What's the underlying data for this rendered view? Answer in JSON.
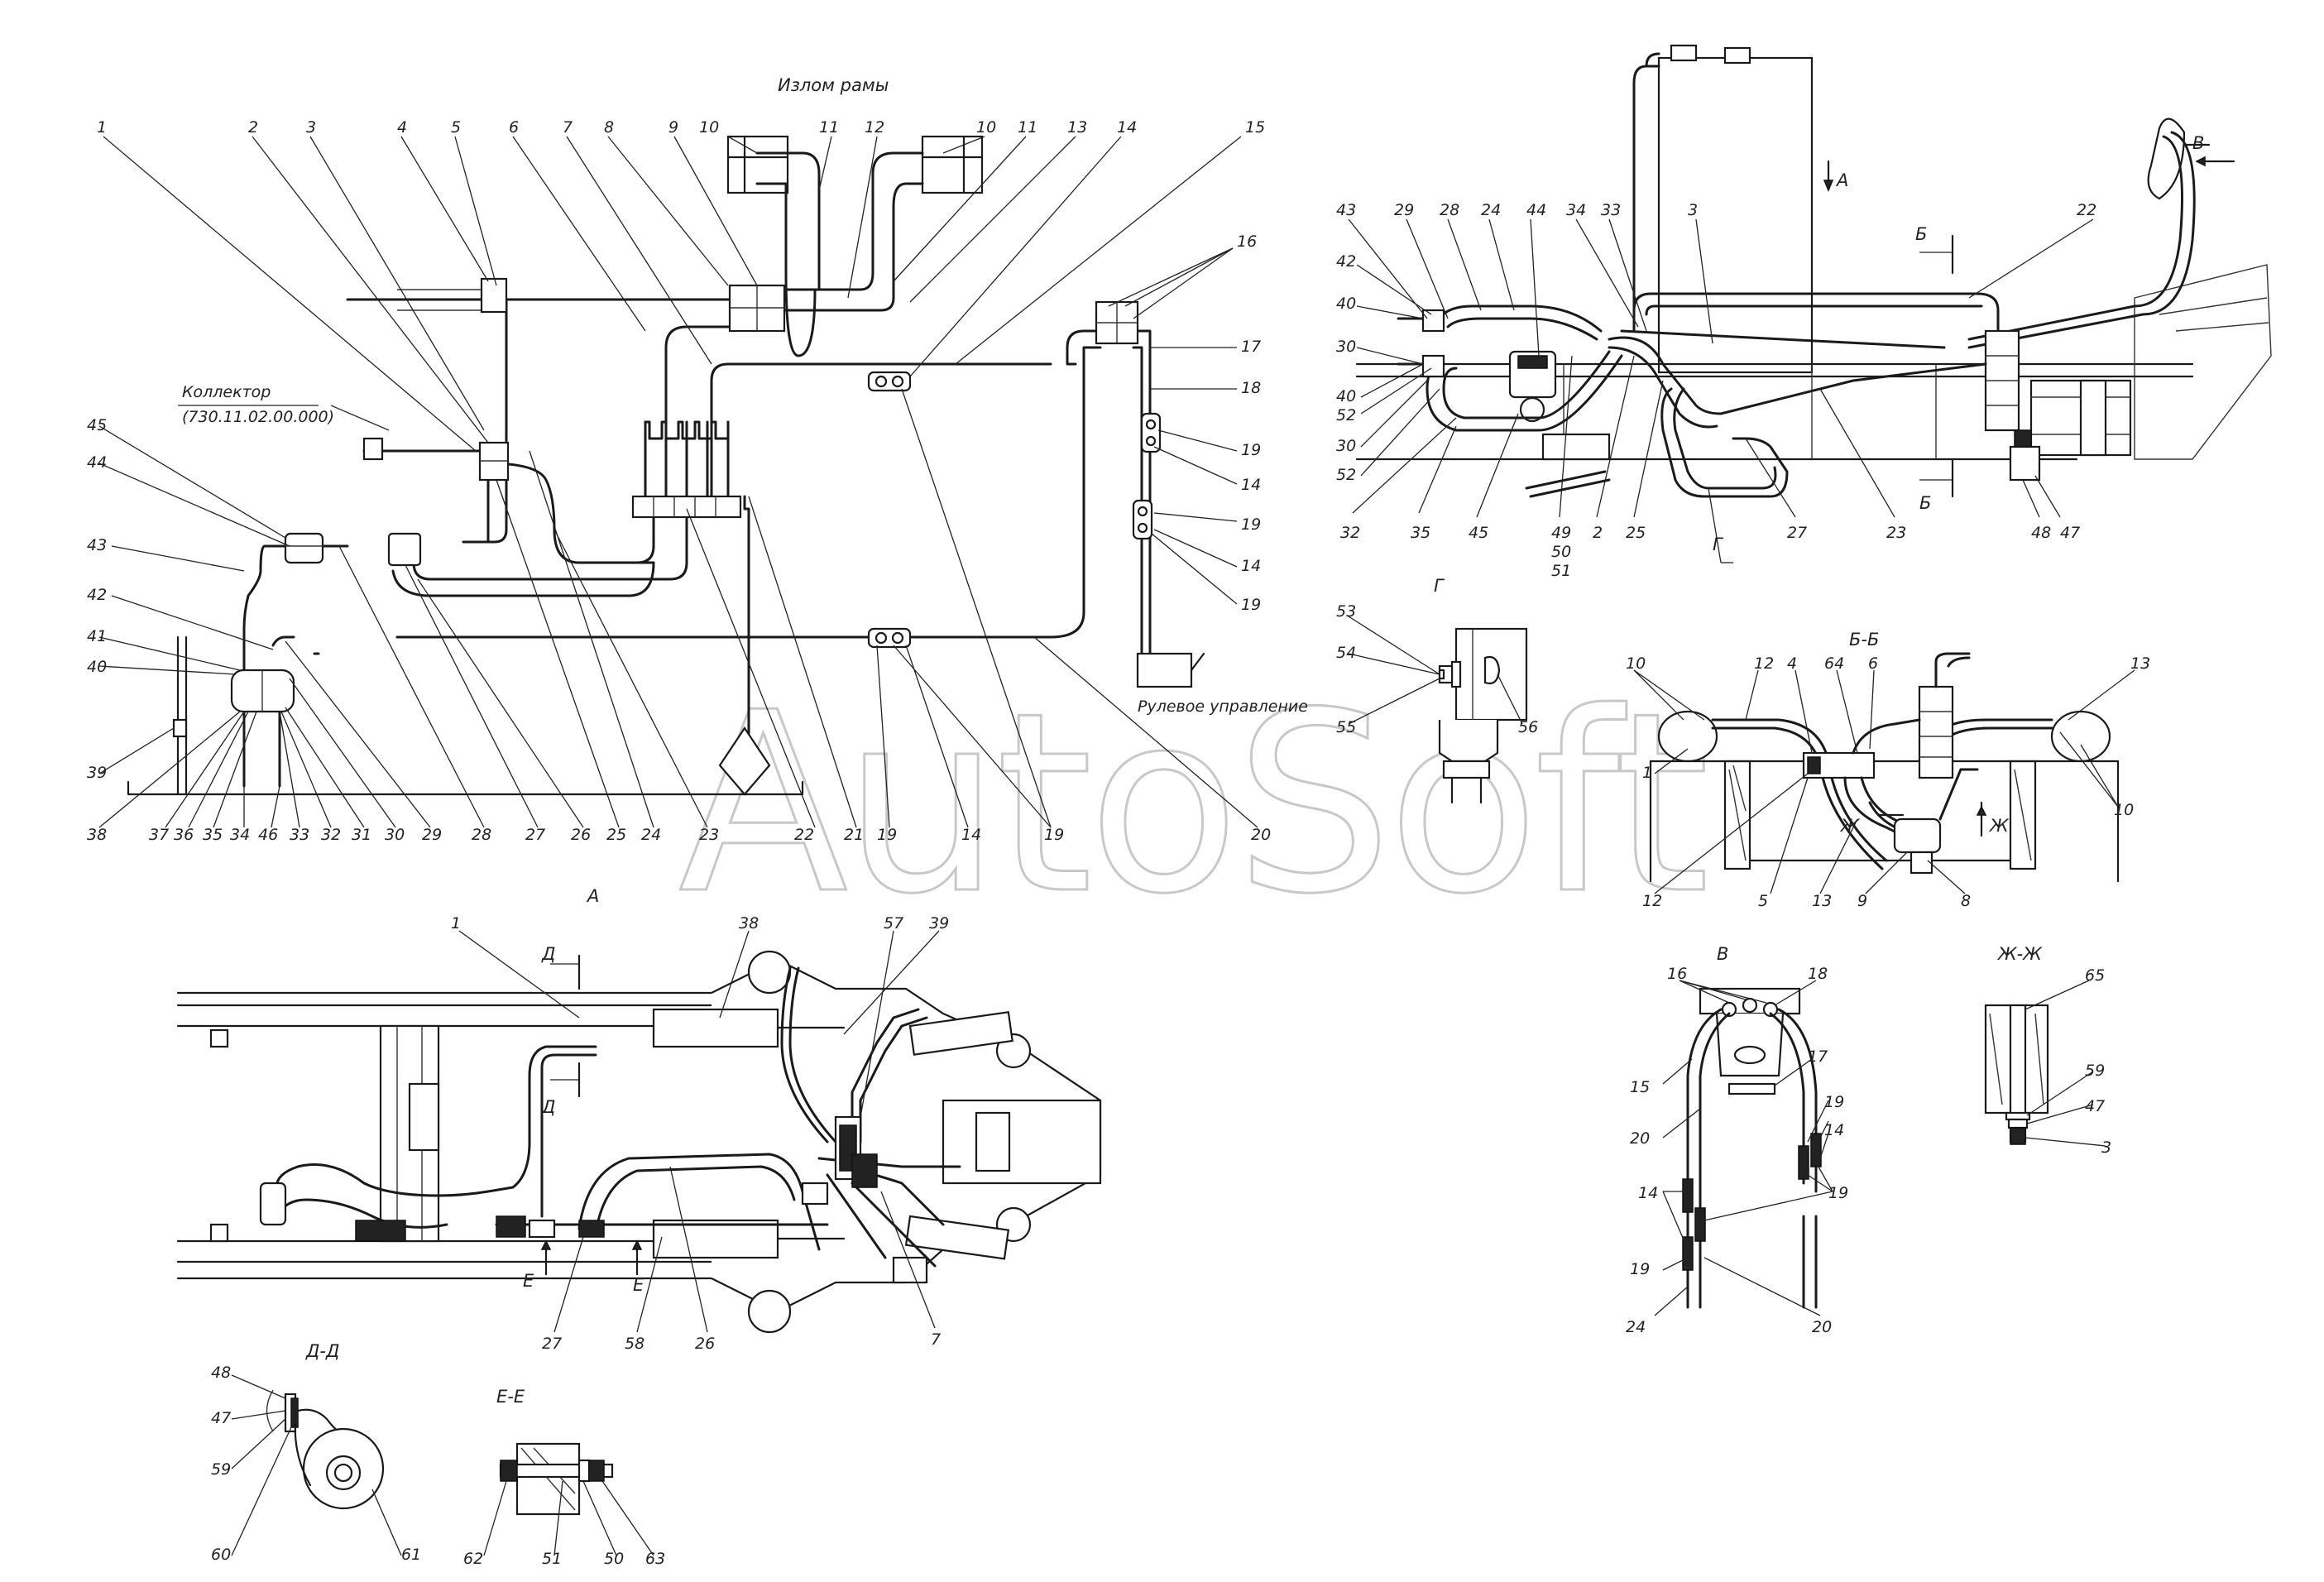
{
  "watermark": "AutoSoft",
  "texts": {
    "frame_break": "Излом рамы",
    "collector": "Коллектор",
    "collector_code": "(730.11.02.00.000)",
    "steering": "Рулевое управление",
    "view_A_title": "А",
    "view_A_arrow": "А",
    "view_V_arrow": "В",
    "view_G_title": "Г",
    "view_G_mark": "Г",
    "view_BB_title": "Б-Б",
    "view_B_top": "Б",
    "view_B_bottom": "Б",
    "view_V_title": "В",
    "view_ZhZh_title": "Ж-Ж",
    "view_DD_title": "Д-Д",
    "view_EE_title": "Е-Е",
    "cut_D_top": "Д",
    "cut_D_bottom": "Д",
    "cut_E_1": "Е",
    "cut_E_2": "Е",
    "zh_1": "Ж",
    "zh_2": "Ж"
  },
  "callouts": {
    "schematic_top": [
      "1",
      "2",
      "3",
      "4",
      "5",
      "6",
      "7",
      "8",
      "9",
      "10",
      "11",
      "12",
      "10",
      "11",
      "13",
      "14",
      "15",
      "16",
      "17",
      "18",
      "19",
      "14",
      "19",
      "14",
      "19"
    ],
    "schematic_left": [
      "45",
      "44",
      "43",
      "42",
      "41",
      "40",
      "39"
    ],
    "schematic_bottom": [
      "38",
      "37",
      "36",
      "35",
      "34",
      "46",
      "33",
      "32",
      "31",
      "30",
      "29",
      "28",
      "27",
      "26",
      "25",
      "24",
      "23",
      "22",
      "21",
      "19",
      "14",
      "19",
      "20"
    ],
    "view_top_right": [
      "43",
      "29",
      "28",
      "24",
      "44",
      "34",
      "33",
      "3",
      "22",
      "42",
      "40",
      "30",
      "40",
      "52",
      "30",
      "52",
      "32",
      "35",
      "45",
      "49",
      "50",
      "51",
      "2",
      "25",
      "27",
      "23",
      "48",
      "47"
    ],
    "view_G": [
      "53",
      "54",
      "55",
      "56"
    ],
    "view_BB": [
      "10",
      "12",
      "4",
      "64",
      "6",
      "13",
      "1",
      "10",
      "12",
      "5",
      "13",
      "9",
      "8"
    ],
    "view_A": [
      "1",
      "38",
      "57",
      "39",
      "27",
      "58",
      "26",
      "7"
    ],
    "view_V": [
      "16",
      "18",
      "15",
      "17",
      "20",
      "19",
      "14",
      "14",
      "19",
      "19",
      "24",
      "20"
    ],
    "view_ZhZh": [
      "65",
      "59",
      "47",
      "3"
    ],
    "view_DD": [
      "48",
      "47",
      "59",
      "60",
      "61"
    ],
    "view_EE": [
      "62",
      "51",
      "50",
      "63"
    ]
  }
}
